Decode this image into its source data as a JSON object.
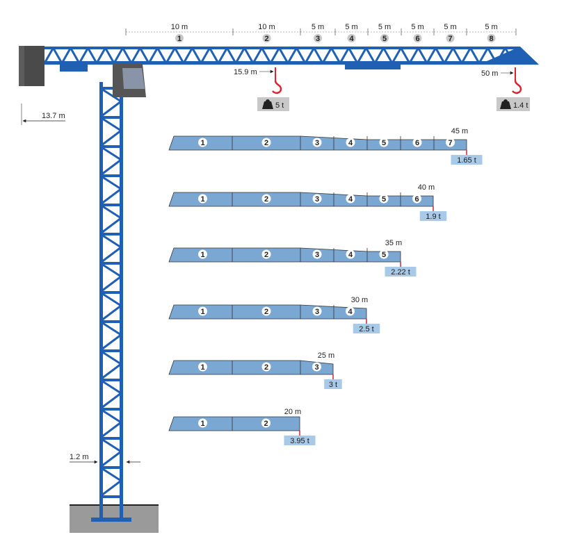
{
  "top_dimensions": [
    {
      "label": "10 m",
      "number": "1"
    },
    {
      "label": "10 m",
      "number": "2"
    },
    {
      "label": "5 m",
      "number": "3"
    },
    {
      "label": "5 m",
      "number": "4"
    },
    {
      "label": "5 m",
      "number": "5"
    },
    {
      "label": "5 m",
      "number": "6"
    },
    {
      "label": "5 m",
      "number": "7"
    },
    {
      "label": "5 m",
      "number": "8"
    }
  ],
  "hook_near": {
    "distance": "15.9 m",
    "load": "5 t"
  },
  "hook_far": {
    "distance": "50 m",
    "load": "1.4 t"
  },
  "counter_jib_length": "13.7 m",
  "mast_width": "1.2 m",
  "configurations": [
    {
      "length": "45 m",
      "load": "1.65 t",
      "sections": [
        "1",
        "2",
        "3",
        "4",
        "5",
        "6",
        "7"
      ]
    },
    {
      "length": "40 m",
      "load": "1.9 t",
      "sections": [
        "1",
        "2",
        "3",
        "4",
        "5",
        "6"
      ]
    },
    {
      "length": "35 m",
      "load": "2.22 t",
      "sections": [
        "1",
        "2",
        "3",
        "4",
        "5"
      ]
    },
    {
      "length": "30 m",
      "load": "2.5 t",
      "sections": [
        "1",
        "2",
        "3",
        "4"
      ]
    },
    {
      "length": "25 m",
      "load": "3 t",
      "sections": [
        "1",
        "2",
        "3"
      ]
    },
    {
      "length": "20 m",
      "load": "3.95 t",
      "sections": [
        "1",
        "2"
      ]
    }
  ],
  "colors": {
    "crane_blue": "#1f5fb4",
    "jib_fill": "#7ba7d3",
    "hook_red": "#d9232e",
    "counterweight": "#4a4a4a",
    "ground": "#9a9a9a",
    "badge_gray": "#c8c8c8",
    "load_badge": "#a9c9e8"
  }
}
